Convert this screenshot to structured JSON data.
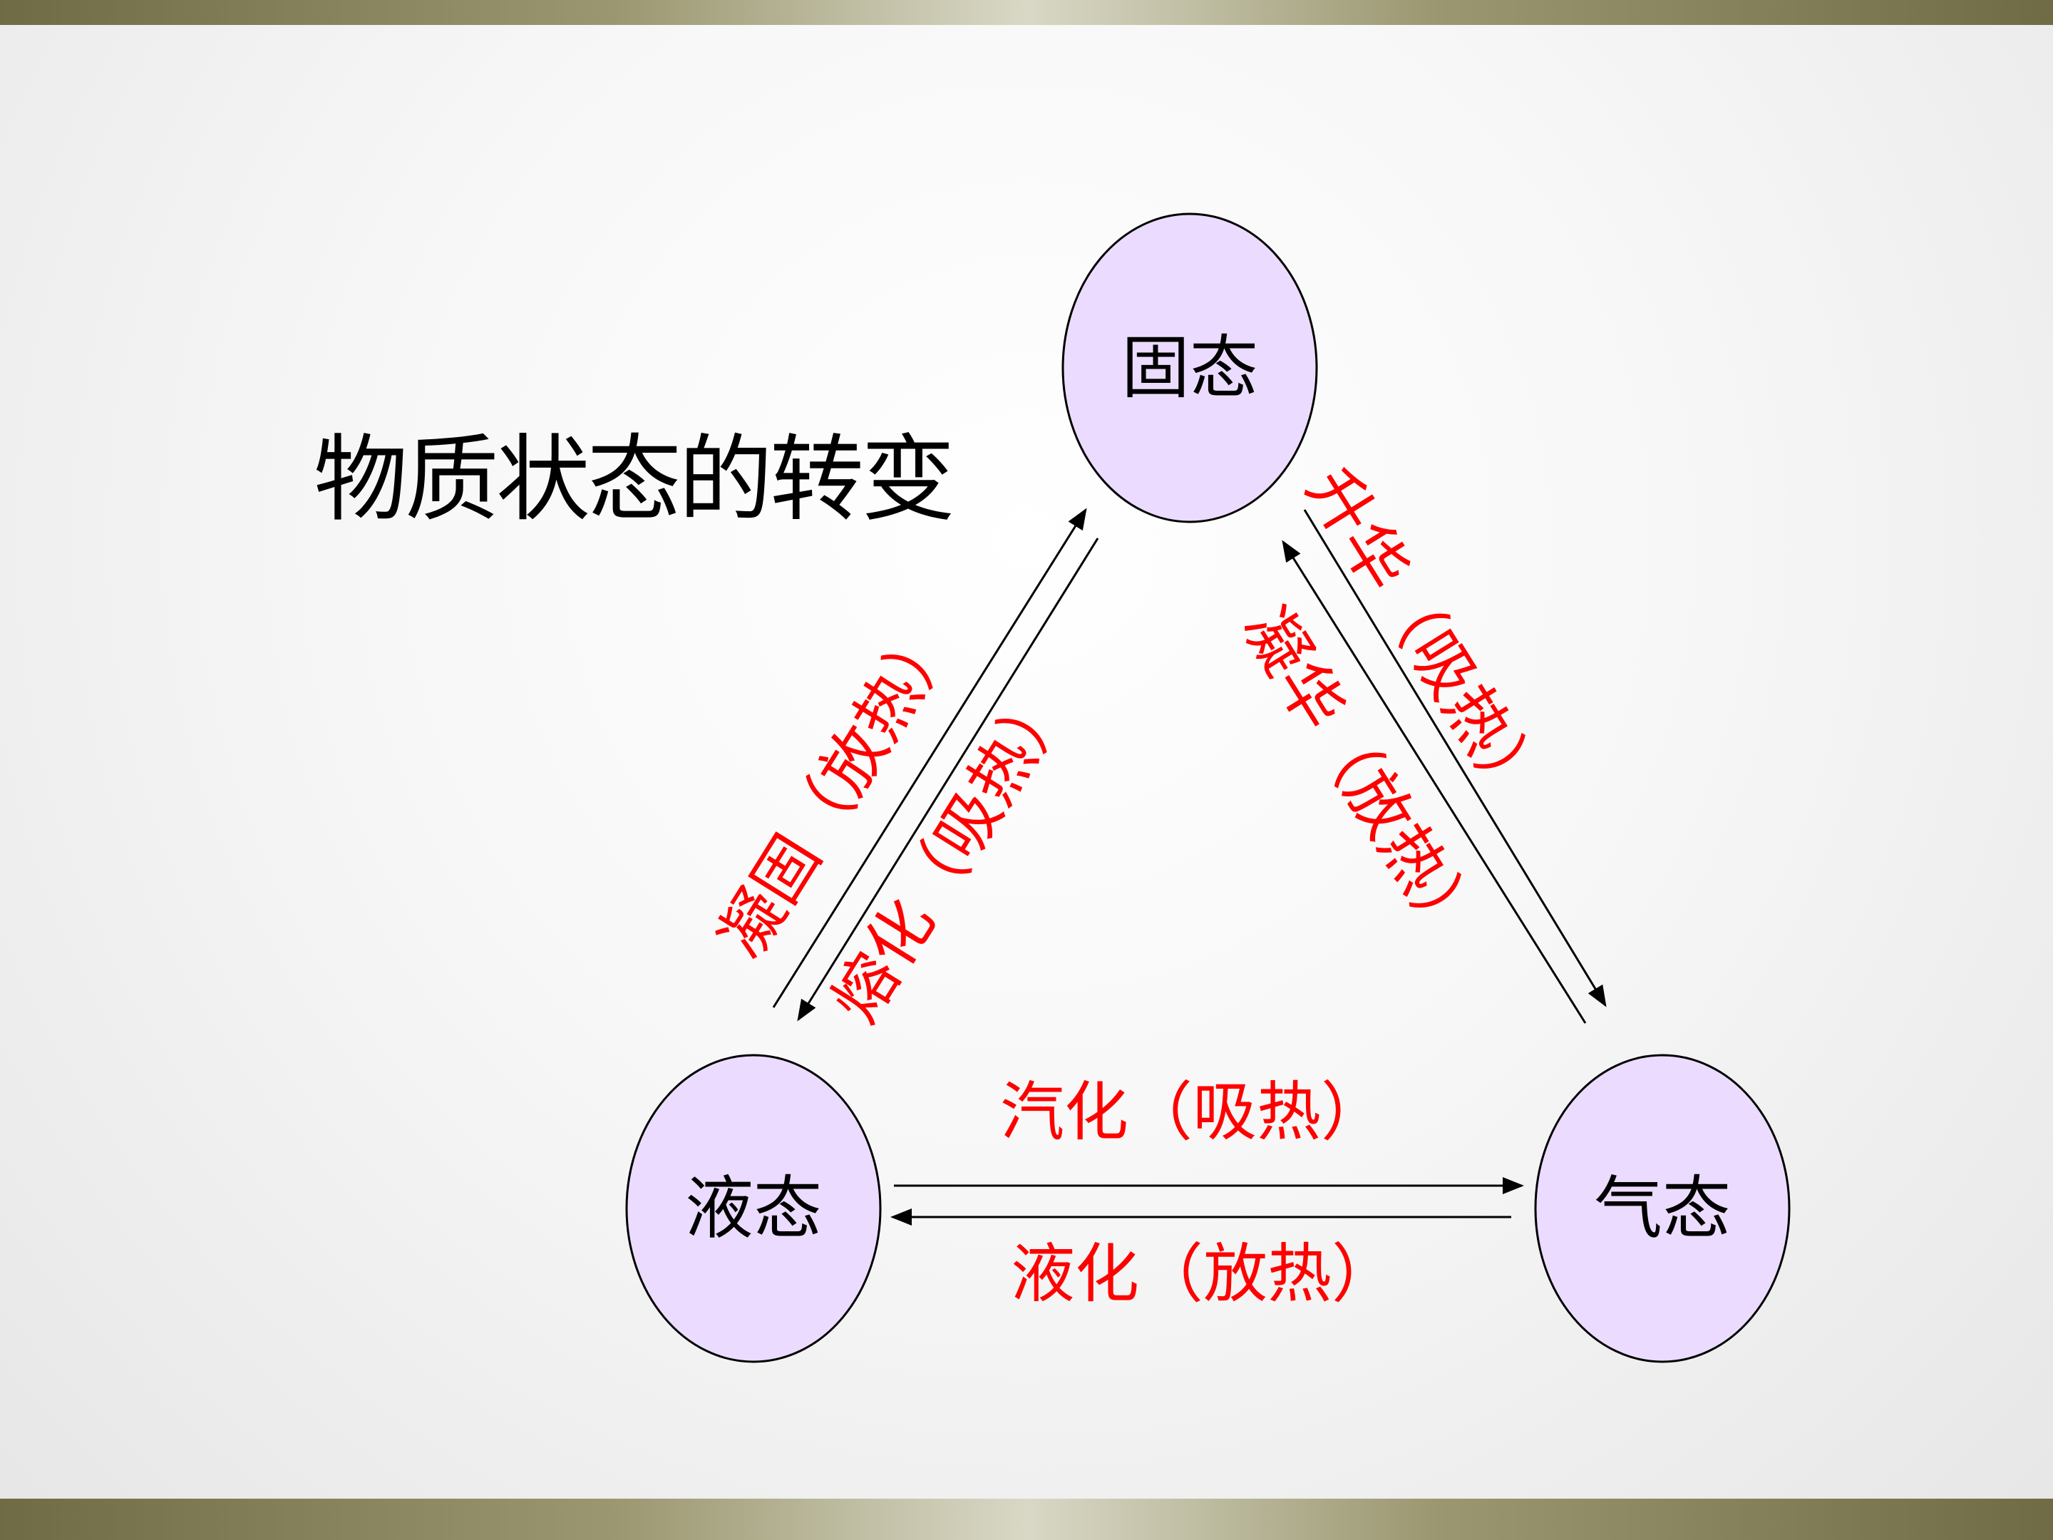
{
  "title": "物质状态的转变",
  "colors": {
    "node_fill": "#ebdcff",
    "node_stroke": "#000000",
    "edge_label": "#ff0000",
    "arrow": "#000000",
    "band": "#8f8b63"
  },
  "nodes": {
    "solid": "固态",
    "liquid": "液态",
    "gas": "气态"
  },
  "transitions": {
    "solidification": "凝固（放热）",
    "melting": "熔化（吸热）",
    "sublimation": "升华（吸热）",
    "deposition": "凝华（放热）",
    "vaporization": "汽化（吸热）",
    "liquefaction": "液化（放热）"
  }
}
